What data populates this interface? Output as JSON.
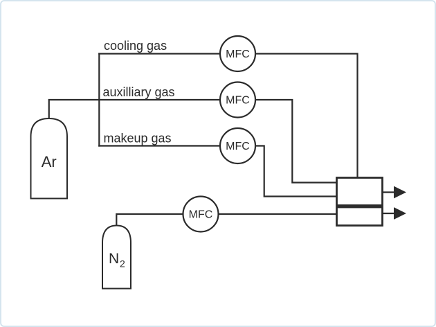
{
  "frame": {
    "background": "#ffffff",
    "border_color": "#d5e4ee"
  },
  "diagram": {
    "type": "gas-flow-schematic",
    "line_color": "#2b2b2b",
    "labels": {
      "cooling": "cooling gas",
      "auxiliary": "auxilliary gas",
      "makeup": "makeup gas"
    },
    "controllers": [
      {
        "label": "MFC"
      },
      {
        "label": "MFC"
      },
      {
        "label": "MFC"
      },
      {
        "label": "MFC"
      }
    ],
    "cylinders": [
      {
        "label": "Ar"
      },
      {
        "label": "N",
        "subscript": "2"
      }
    ],
    "outlet_blocks": 2,
    "outlet_arrows": 2
  }
}
